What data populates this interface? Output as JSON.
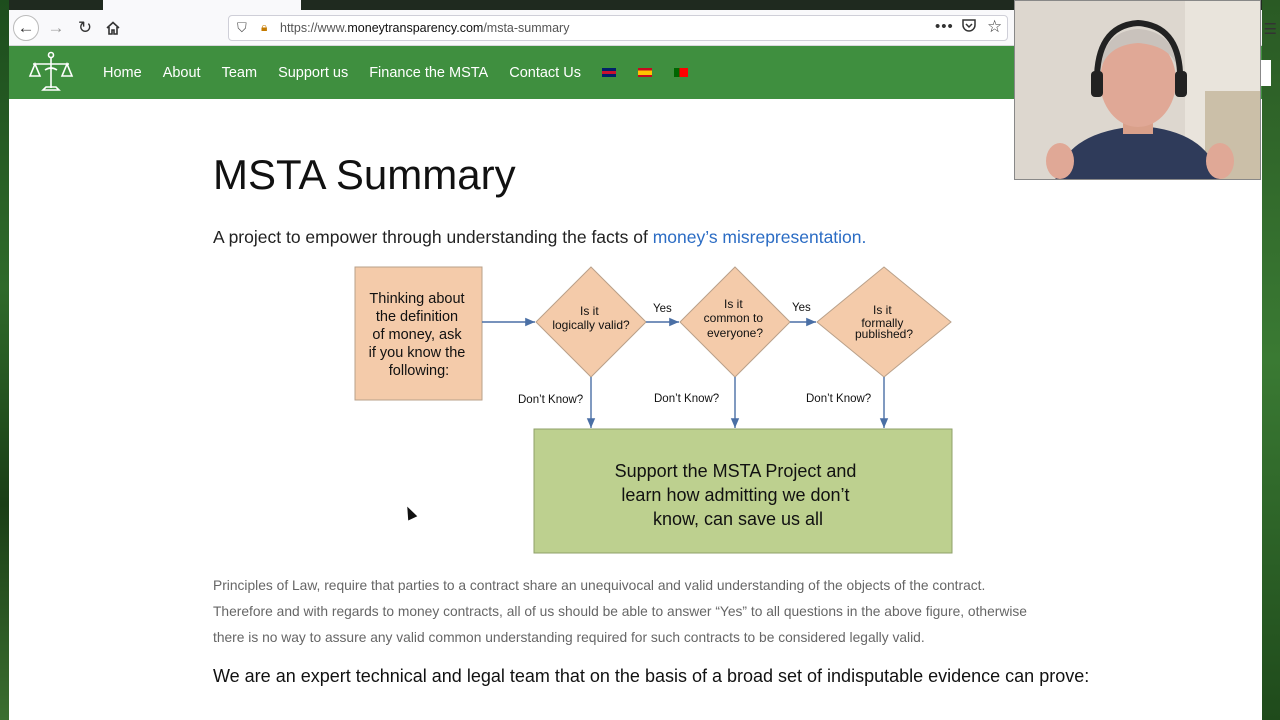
{
  "browser": {
    "url_prefix": "https://www.",
    "url_domain": "moneytransparency.com",
    "url_path": "/msta-summary",
    "more_label": "•••"
  },
  "site_nav": {
    "items": [
      "Home",
      "About",
      "Team",
      "Support us",
      "Finance the MSTA",
      "Contact Us"
    ],
    "flags": [
      "english-flag-icon",
      "spanish-flag-icon",
      "portuguese-flag-icon"
    ],
    "bg_color": "#3f8f3f"
  },
  "page": {
    "title": "MSTA Summary",
    "subtitle_text": "A project to empower through understanding the facts of ",
    "subtitle_link": "money’s misrepresentation."
  },
  "flowchart": {
    "start_box": [
      "Thinking about",
      "the definition",
      "of money,  ask",
      "if you know the",
      "following:"
    ],
    "decisions": [
      [
        "Is it",
        "logically valid?"
      ],
      [
        "Is it",
        "common to",
        "everyone?"
      ],
      [
        "Is it",
        "formally",
        "published?"
      ]
    ],
    "yes_label": "Yes",
    "dont_know_label": "Don’t Know?",
    "result_box": [
      "Support the MSTA Project and",
      "learn how admitting we don’t",
      "know,  can save us all"
    ],
    "colors": {
      "shape_fill": "#f4cbaa",
      "result_fill": "#bdd08f",
      "arrow": "#4a6fa5"
    }
  },
  "body": {
    "paragraph_lines": [
      "Principles of Law,  require that parties to a contract share an unequivocal and valid understanding of the objects of the contract.",
      "Therefore and with regards to money contracts,  all of us should be able to answer “Yes” to all questions in the above figure, otherwise",
      "there is no way to assure any valid common understanding required for such contracts to be considered legally valid."
    ],
    "heading": "We are an expert technical and legal team that on the basis of a broad set of indisputable evidence can prove:"
  }
}
